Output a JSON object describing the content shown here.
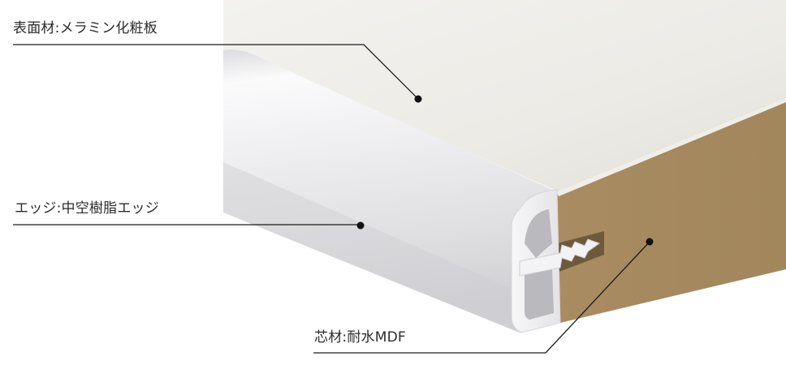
{
  "callouts": {
    "surface": "表面材:メラミン化粧板",
    "edge": "エッジ:中空樹脂エッジ",
    "core": "芯材:耐水MDF"
  },
  "colors": {
    "surface_top": "#f1f0ec",
    "edge_white": "#f4f4f5",
    "core_mdf": "#a68a60",
    "leader_line": "#1a1a1a"
  }
}
